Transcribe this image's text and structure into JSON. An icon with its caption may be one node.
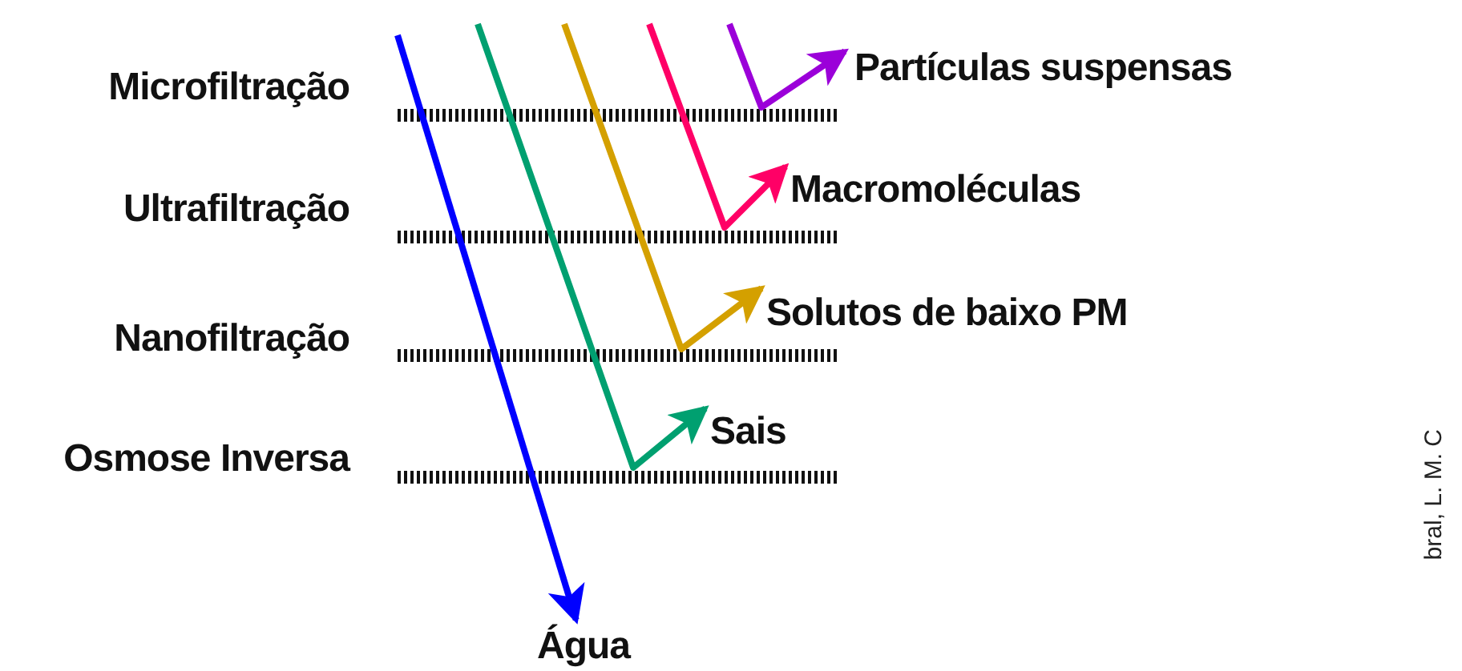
{
  "diagram": {
    "nodes": [
      {
        "text": [
          "Partículas suspensas"
        ]
      },
      {
        "text": [
          "Macromoléculas"
        ]
      },
      {
        "text": [
          "Solutos de baixo PM"
        ]
      },
      {
        "text": [
          "Sais"
        ]
      },
      {
        "text": [
          "Água"
        ]
      }
    ],
    "edges": [
      {
        "from": null,
        "to": 0,
        "arrow": "to",
        "color": "#9b00d9"
      },
      {
        "from": null,
        "to": 1,
        "arrow": "to",
        "color": "#ff0066"
      },
      {
        "from": null,
        "to": 2,
        "arrow": "to",
        "color": "#d4a000"
      },
      {
        "from": null,
        "to": 3,
        "arrow": "to",
        "color": "#00a070"
      },
      {
        "from": null,
        "to": 4,
        "arrow": "to",
        "color": "#0000ff"
      }
    ],
    "labels": [
      "Microfiltração",
      "Ultrafiltração",
      "Nanofiltração",
      "Osmose Inversa",
      "bral, L. M. C"
    ]
  }
}
